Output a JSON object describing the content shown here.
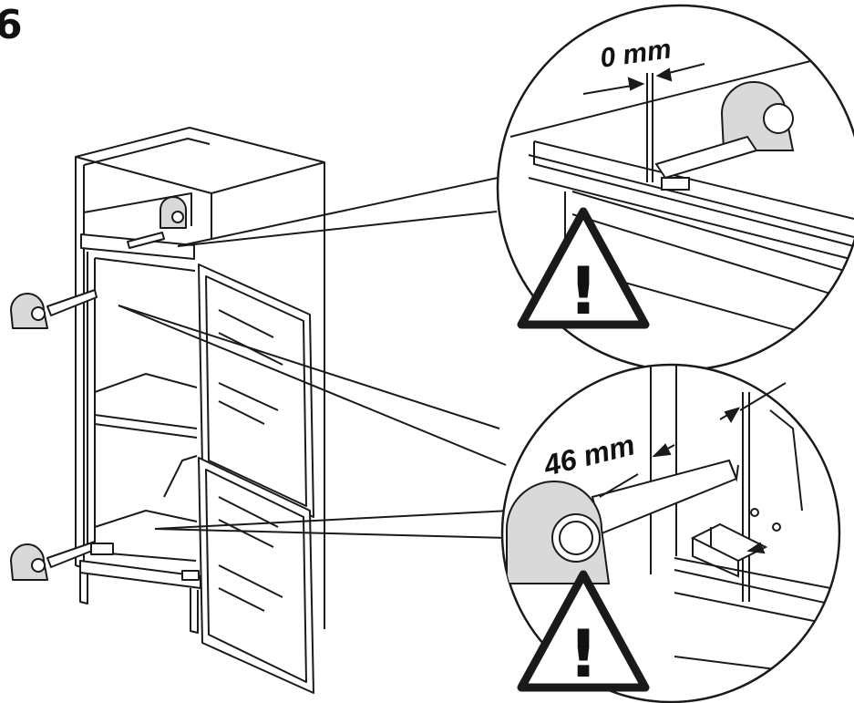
{
  "step_number": "6",
  "detail_top": {
    "measurement_label": "0 mm",
    "warning_symbol": "!"
  },
  "detail_bottom": {
    "measurement_label": "46 mm",
    "warning_symbol": "!"
  },
  "colors": {
    "line": "#1a1a1a",
    "tape_fill": "#d9d9d9",
    "background": "#ffffff"
  }
}
